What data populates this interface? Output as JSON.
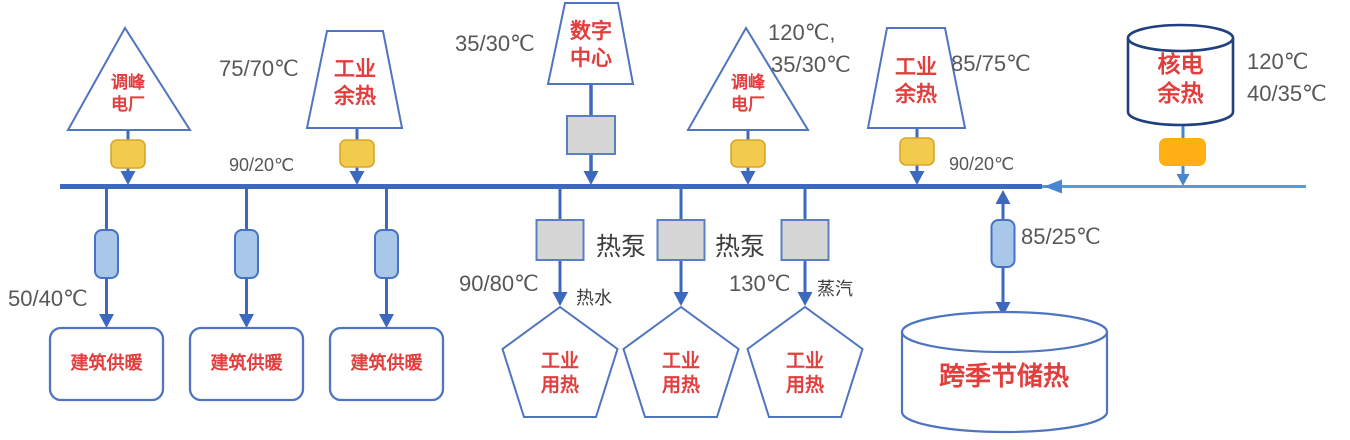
{
  "colors": {
    "red_text": "#e23e3d",
    "shape_outline_blue": "#4f74c0",
    "bus_blue": "#3c69be",
    "thin_line_blue": "#5b9bd5",
    "yellow_box": "#f2cb4e",
    "orange_box": "#ffb013",
    "gray_box": "#d6d6d6",
    "light_blue_box": "#a9c7e9",
    "nuclear_outline_navy": "#20407e",
    "label_gray": "#575757"
  },
  "sources": {
    "peak_plant_1": {
      "line1": "调峰",
      "line2": "电厂"
    },
    "industrial_waste_1": {
      "line1": "工业",
      "line2": "余热",
      "temp": "75/70℃"
    },
    "data_center": {
      "line1": "数字",
      "line2": "中心",
      "temp": "35/30℃"
    },
    "peak_plant_2": {
      "line1": "调峰",
      "line2": "电厂",
      "temp1": "120℃,",
      "temp2": "35/30℃"
    },
    "industrial_waste_2": {
      "line1": "工业",
      "line2": "余热",
      "temp": "85/75℃"
    },
    "nuclear": {
      "line1": "核电",
      "line2": "余热",
      "temp1": "120℃",
      "temp2": "40/35℃"
    }
  },
  "bus": {
    "temp_left": "90/20℃",
    "temp_right": "90/20℃"
  },
  "consumers": {
    "building": {
      "label": "建筑供暖",
      "temp": "50/40℃"
    },
    "industrial": {
      "line1": "工业",
      "line2": "用热"
    },
    "heat_pump_label": "热泵",
    "hot_water": {
      "temp": "90/80℃",
      "label": "热水"
    },
    "steam": {
      "temp": "130℃",
      "label": "蒸汽"
    },
    "storage": {
      "label": "跨季节储热",
      "temp": "85/25℃"
    }
  }
}
